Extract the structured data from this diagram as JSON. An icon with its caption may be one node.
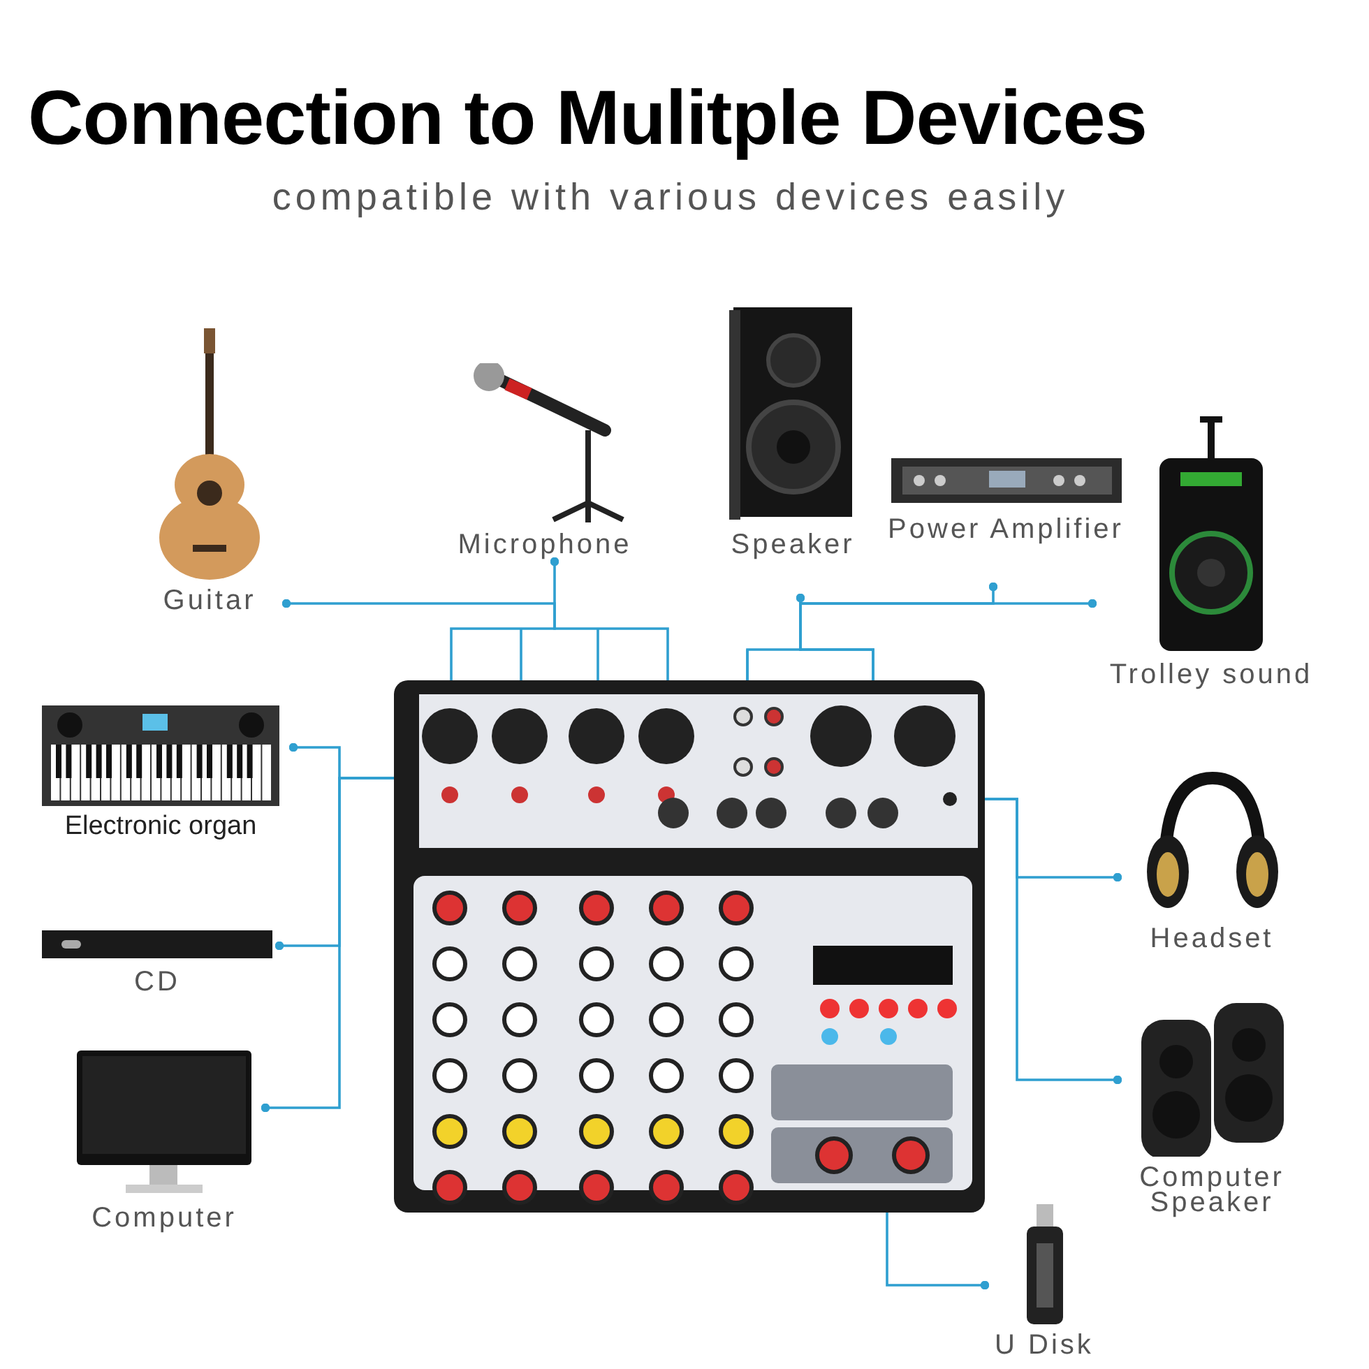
{
  "diagram": {
    "title": "Connection to Mulitple Devices",
    "nodes": [
      {
        "text": [
          "Guitar"
        ]
      },
      {
        "text": [
          "Microphone"
        ]
      },
      {
        "text": [
          "Speaker"
        ]
      },
      {
        "text": [
          "Power Amplifier"
        ]
      },
      {
        "text": [
          "Trolley sound"
        ]
      },
      {
        "text": [
          "Electronic organ"
        ]
      },
      {
        "text": [
          "CD"
        ]
      },
      {
        "text": [
          "Computer"
        ]
      },
      {
        "text": [
          "Headset"
        ]
      },
      {
        "text": [
          "Computer Speaker"
        ]
      },
      {
        "text": [
          "U Disk"
        ]
      },
      {
        "text": [],
        "shape": "picture"
      }
    ],
    "edges": [
      {
        "from": 0,
        "to": 11,
        "arrow": "other"
      },
      {
        "from": 1,
        "to": 11,
        "arrow": "other"
      },
      {
        "from": 2,
        "to": 11,
        "arrow": "other"
      },
      {
        "from": 3,
        "to": 11,
        "arrow": "other"
      },
      {
        "from": 4,
        "to": 11,
        "arrow": "other"
      },
      {
        "from": 5,
        "to": 11,
        "arrow": "other"
      },
      {
        "from": 6,
        "to": 11,
        "arrow": "other"
      },
      {
        "from": 7,
        "to": 11,
        "arrow": "other"
      },
      {
        "from": 8,
        "to": 11,
        "arrow": "other"
      },
      {
        "from": 9,
        "to": 11,
        "arrow": "other"
      },
      {
        "from": 10,
        "to": 11,
        "arrow": "other"
      }
    ],
    "labels": [
      "compatible with various devices easily"
    ]
  }
}
